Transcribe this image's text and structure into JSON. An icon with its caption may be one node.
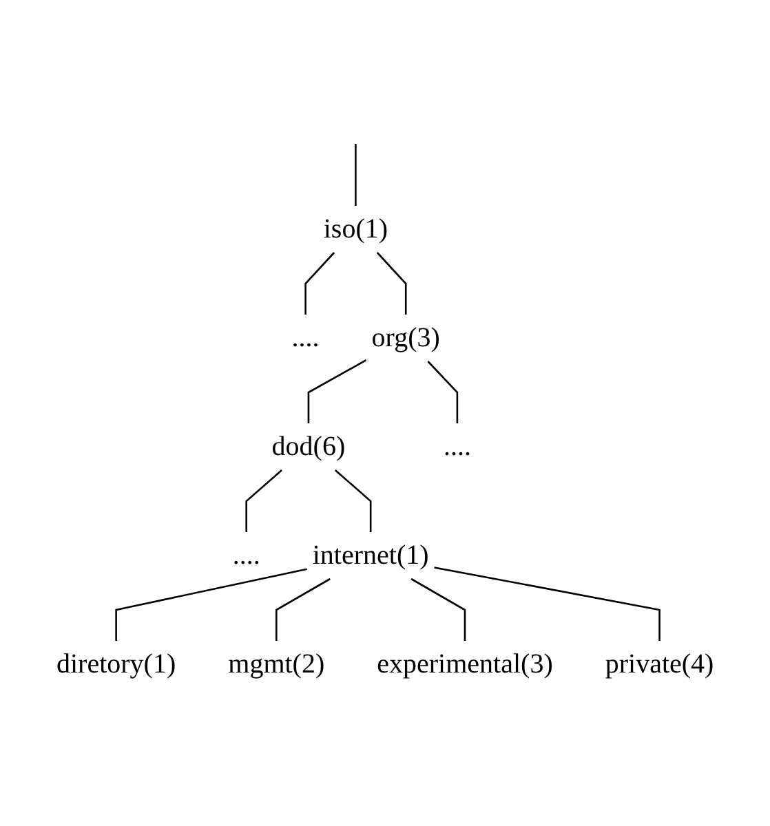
{
  "diagram": {
    "nodes": [
      {
        "text": [
          "iso(1)"
        ]
      },
      {
        "text": [
          "...."
        ]
      },
      {
        "text": [
          "org(3)"
        ]
      },
      {
        "text": [
          "dod(6)"
        ]
      },
      {
        "text": [
          "...."
        ]
      },
      {
        "text": [
          "...."
        ]
      },
      {
        "text": [
          "internet(1)"
        ]
      },
      {
        "text": [
          "diretory(1)"
        ]
      },
      {
        "text": [
          "mgmt(2)"
        ]
      },
      {
        "text": [
          "experimental(3)"
        ]
      },
      {
        "text": [
          "private(4)"
        ]
      }
    ],
    "edges": [
      {
        "from": null,
        "to": 0,
        "arrow": "none"
      },
      {
        "from": 0,
        "to": 1,
        "arrow": "none"
      },
      {
        "from": 0,
        "to": 2,
        "arrow": "none"
      },
      {
        "from": 2,
        "to": 3,
        "arrow": "none"
      },
      {
        "from": 2,
        "to": 4,
        "arrow": "none"
      },
      {
        "from": 3,
        "to": 5,
        "arrow": "none"
      },
      {
        "from": 3,
        "to": 6,
        "arrow": "none"
      },
      {
        "from": 6,
        "to": 7,
        "arrow": "none"
      },
      {
        "from": 6,
        "to": 8,
        "arrow": "none"
      },
      {
        "from": 6,
        "to": 9,
        "arrow": "none"
      },
      {
        "from": 6,
        "to": 10,
        "arrow": "none"
      }
    ]
  }
}
